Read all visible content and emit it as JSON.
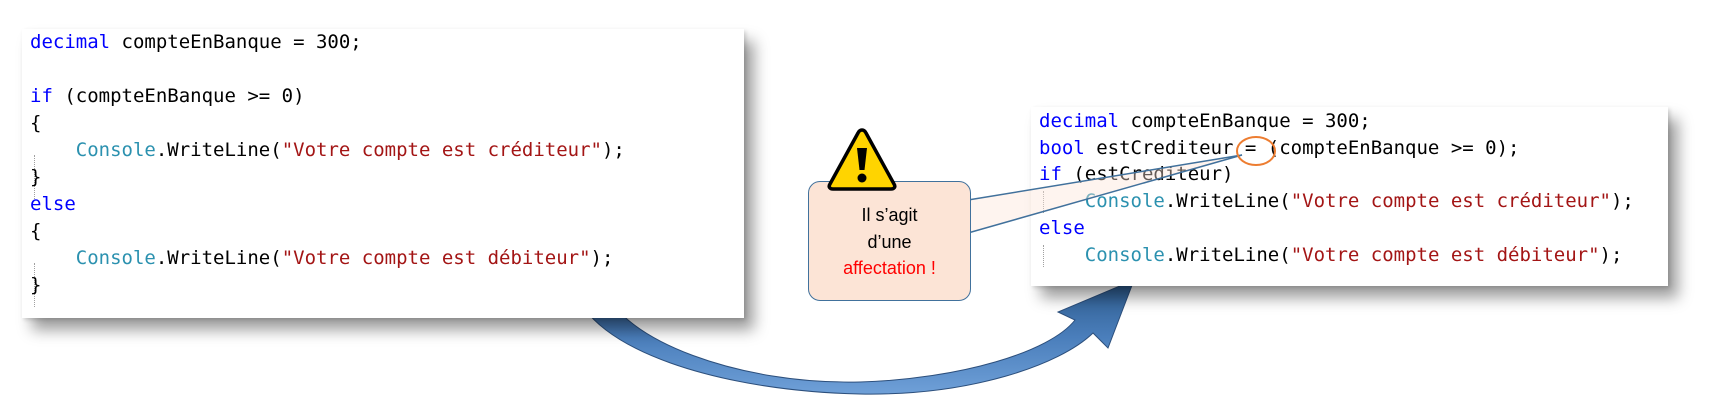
{
  "left_code": {
    "lines": [
      {
        "tokens": [
          {
            "t": "decimal",
            "c": "kw"
          },
          {
            "t": " compteEnBanque = 300;"
          }
        ]
      },
      {
        "tokens": []
      },
      {
        "tokens": [
          {
            "t": "if",
            "c": "kw"
          },
          {
            "t": " (compteEnBanque >= 0)"
          }
        ]
      },
      {
        "tokens": [
          {
            "t": "{"
          }
        ]
      },
      {
        "tokens": [
          {
            "t": "    "
          },
          {
            "t": "Console",
            "c": "cls"
          },
          {
            "t": ".WriteLine("
          },
          {
            "t": "\"Votre compte est créditeur\"",
            "c": "str"
          },
          {
            "t": ");"
          }
        ]
      },
      {
        "tokens": [
          {
            "t": "}"
          }
        ]
      },
      {
        "tokens": [
          {
            "t": "else",
            "c": "kw"
          }
        ]
      },
      {
        "tokens": [
          {
            "t": "{"
          }
        ]
      },
      {
        "tokens": [
          {
            "t": "    "
          },
          {
            "t": "Console",
            "c": "cls"
          },
          {
            "t": ".WriteLine("
          },
          {
            "t": "\"Votre compte est débiteur\"",
            "c": "str"
          },
          {
            "t": ");"
          }
        ]
      },
      {
        "tokens": [
          {
            "t": "}"
          }
        ]
      }
    ]
  },
  "right_code": {
    "lines": [
      {
        "tokens": [
          {
            "t": "decimal",
            "c": "kw"
          },
          {
            "t": " compteEnBanque = 300;"
          }
        ]
      },
      {
        "tokens": [
          {
            "t": "bool",
            "c": "kw"
          },
          {
            "t": " estCrediteur = (compteEnBanque >= 0);"
          }
        ]
      },
      {
        "tokens": [
          {
            "t": "if",
            "c": "kw"
          },
          {
            "t": " (estCrediteur)"
          }
        ]
      },
      {
        "tokens": [
          {
            "t": "    "
          },
          {
            "t": "Console",
            "c": "cls"
          },
          {
            "t": ".WriteLine("
          },
          {
            "t": "\"Votre compte est créditeur\"",
            "c": "str"
          },
          {
            "t": ");"
          }
        ]
      },
      {
        "tokens": [
          {
            "t": "else",
            "c": "kw"
          }
        ]
      },
      {
        "tokens": [
          {
            "t": "    "
          },
          {
            "t": "Console",
            "c": "cls"
          },
          {
            "t": ".WriteLine("
          },
          {
            "t": "\"Votre compte est débiteur\"",
            "c": "str"
          },
          {
            "t": ");"
          }
        ]
      }
    ]
  },
  "callout": {
    "line1": "Il s’agit",
    "line2": "d’une",
    "line3": "affectation !"
  },
  "icons": {
    "warning": "warning-triangle-icon",
    "arrow": "curved-arrow-icon"
  },
  "colors": {
    "keyword": "#0000ff",
    "class": "#2b91af",
    "string": "#a31515",
    "arrow": "#4a7ebb",
    "callout_fill": "#fce4d6",
    "callout_border": "#41719c",
    "highlight_circle": "#ed7d31",
    "emphasis": "#ff0000"
  }
}
